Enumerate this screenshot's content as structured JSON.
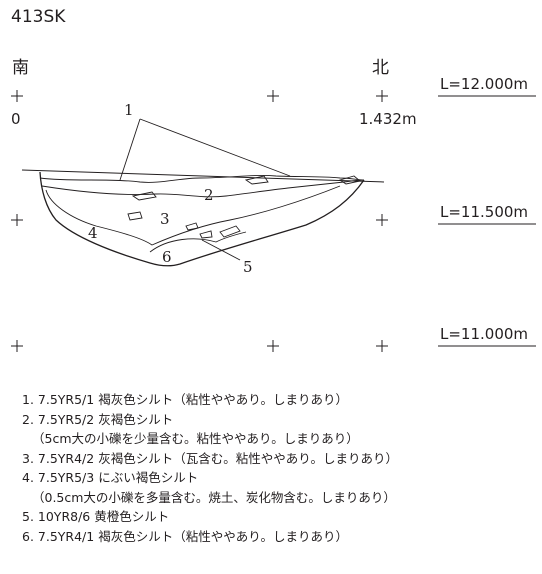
{
  "feature_id": "413SK",
  "section": {
    "direction_left": "南",
    "direction_right": "北",
    "distance_start": "0",
    "distance_end": "1.432m",
    "levels": [
      "L=12.000m",
      "L=11.500m",
      "L=11.000m"
    ],
    "layer_labels": [
      "1",
      "2",
      "3",
      "4",
      "5",
      "6"
    ]
  },
  "legend": [
    {
      "text": "1. 7.5YR5/1  褐灰色シルト（粘性ややあり。しまりあり）",
      "sub": ""
    },
    {
      "text": "2. 7.5YR5/2 灰褐色シルト",
      "sub": "（5cm大の小礫を少量含む。粘性ややあり。しまりあり）"
    },
    {
      "text": "3. 7.5YR4/2 灰褐色シルト（瓦含む。粘性ややあり。しまりあり）",
      "sub": ""
    },
    {
      "text": "4. 7.5YR5/3 にぶい褐色シルト",
      "sub": "（0.5cm大の小礫を多量含む。焼土、炭化物含む。しまりあり）"
    },
    {
      "text": "5. 10YR8/6  黄橙色シルト",
      "sub": ""
    },
    {
      "text": "6. 7.5YR4/1  褐灰色シルト（粘性ややあり。しまりあり）",
      "sub": ""
    }
  ]
}
